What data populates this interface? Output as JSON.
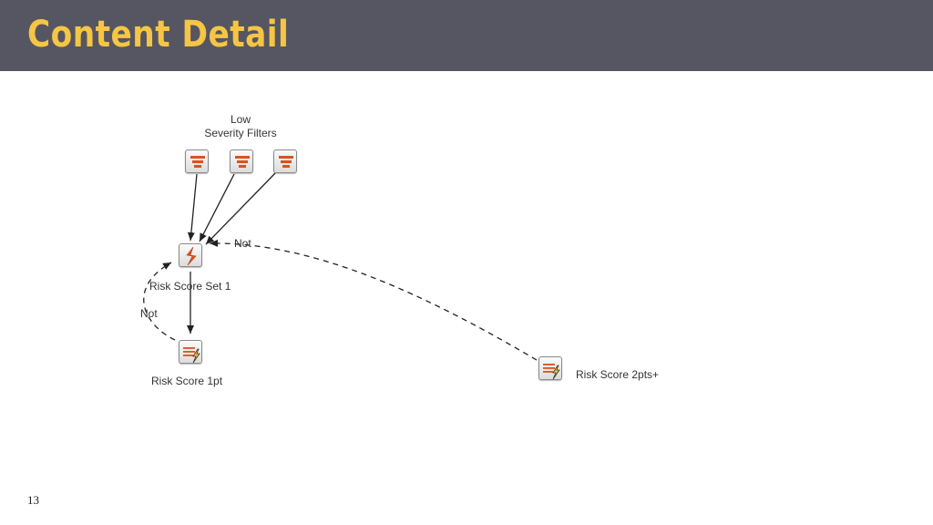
{
  "header": {
    "title": "Content Detail",
    "background": "#555662",
    "title_color": "#f6c544"
  },
  "diagram": {
    "group_label": "Low\nSeverity Filters",
    "filters": [
      {
        "icon": "filter-icon"
      },
      {
        "icon": "filter-icon"
      },
      {
        "icon": "filter-icon"
      }
    ],
    "risk_set": {
      "label": "Risk Score Set 1",
      "icon": "risk-score-set-icon"
    },
    "risk_1pt": {
      "label": "Risk Score 1pt",
      "icon": "alert-rule-icon"
    },
    "risk_2pts": {
      "label": "Risk Score 2pts+",
      "icon": "alert-rule-icon"
    },
    "edges": {
      "not_top": "Not",
      "not_left": "Not"
    },
    "icon_accent": "#d9541e",
    "lightning_color": "#f1c232"
  },
  "footer": {
    "page_number": "13"
  }
}
